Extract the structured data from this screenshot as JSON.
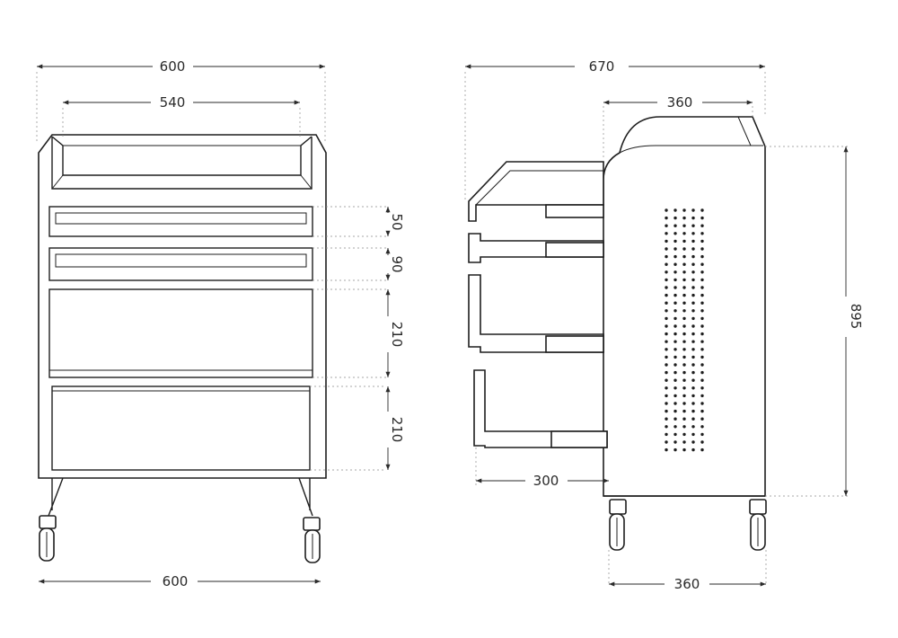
{
  "front_view": {
    "overall_width_top": "600",
    "tray_inner_width": "540",
    "drawer1_height": "50",
    "drawer2_height": "90",
    "drawer3_height": "210",
    "drawer4_height": "210",
    "overall_width_bottom": "600"
  },
  "side_view": {
    "overall_depth": "670",
    "top_depth": "360",
    "overall_height": "895",
    "drawer_extension": "300",
    "base_depth": "360"
  },
  "colors": {
    "line": "#1e1e1e",
    "dimension": "#2a2a2a",
    "background": "#ffffff"
  }
}
